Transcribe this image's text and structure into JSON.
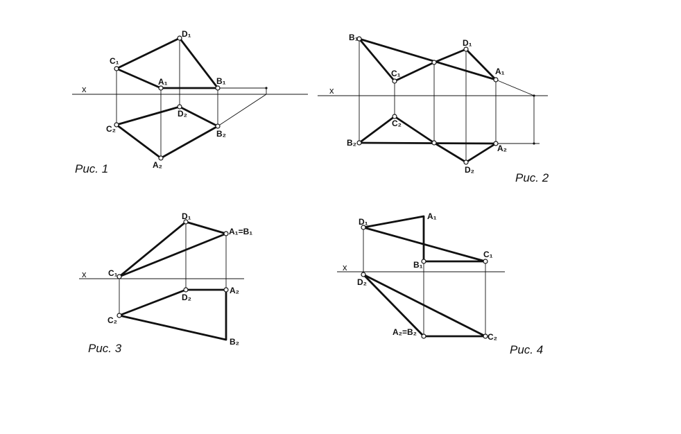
{
  "fig1": {
    "caption": "Рис. 1",
    "axis": "x",
    "labels": {
      "A1": "A₁",
      "B1": "B₁",
      "C1": "C₁",
      "D1": "D₁",
      "A2": "A₂",
      "B2": "B₂",
      "C2": "C₂",
      "D2": "D₂"
    }
  },
  "fig2": {
    "caption": "Рис. 2",
    "axis": "x",
    "labels": {
      "A1": "A₁",
      "B1": "B₁",
      "C1": "C₁",
      "D1": "D₁",
      "A2": "A₂",
      "B2": "B₂",
      "C2": "C₂",
      "D2": "D₂"
    }
  },
  "fig3": {
    "caption": "Рис. 3",
    "axis": "x",
    "labels": {
      "A1B1": "A₁=B₁",
      "C1": "C₁",
      "D1": "D₁",
      "A2": "A₂",
      "B2": "B₂",
      "C2": "C₂",
      "D2": "D₂"
    }
  },
  "fig4": {
    "caption": "Рис. 4",
    "axis": "x",
    "labels": {
      "A1": "A₁",
      "B1": "B₁",
      "C1": "C₁",
      "D1": "D₁",
      "A2B2": "A₂=B₂",
      "C2": "C₂",
      "D2": "D₂"
    }
  }
}
